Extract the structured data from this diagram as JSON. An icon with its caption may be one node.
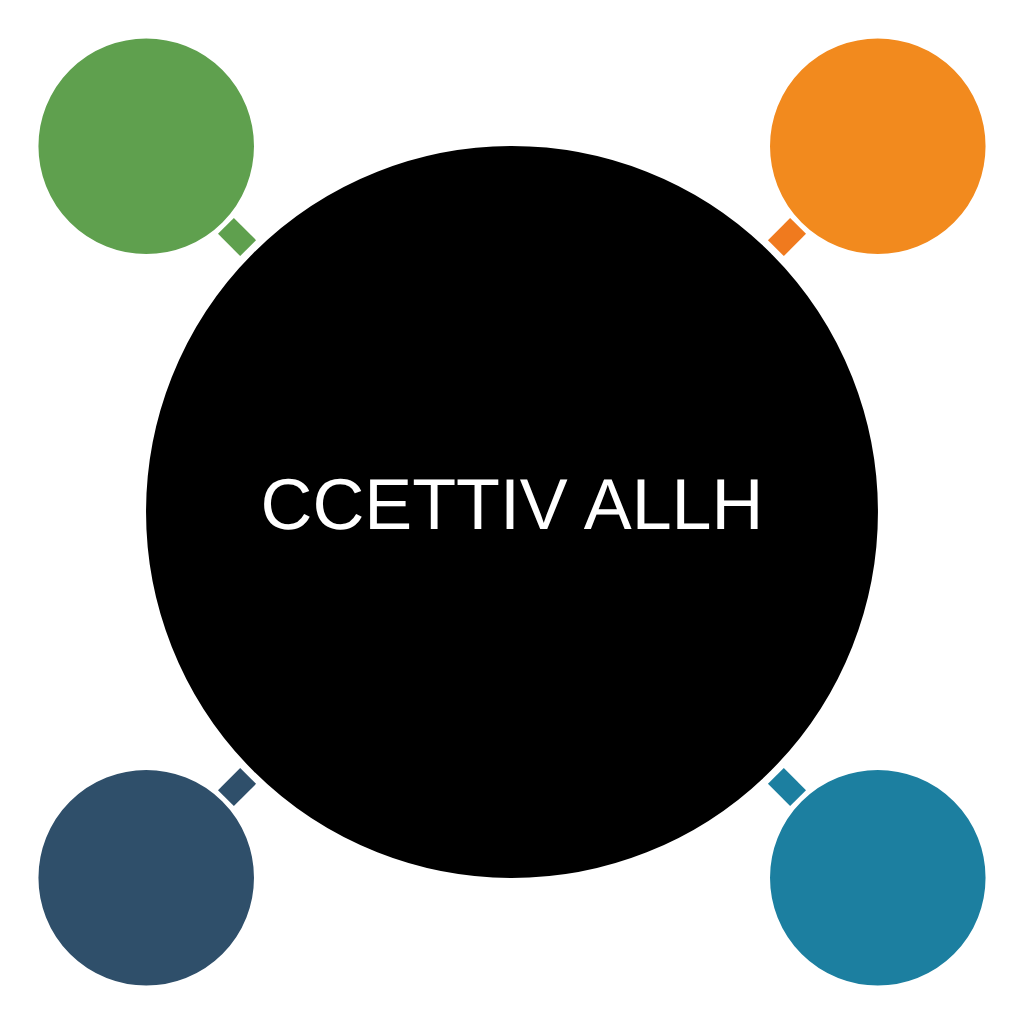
{
  "diagram": {
    "nodes": [
      {
        "text": [
          "CCETTIV ALLH"
        ]
      },
      {
        "text": [],
        "shape": "circle"
      },
      {
        "text": [],
        "shape": "circle"
      },
      {
        "text": [],
        "shape": "circle"
      },
      {
        "text": [],
        "shape": "circle"
      }
    ],
    "edges": [
      {
        "from": 0,
        "to": 1,
        "arrow": "none",
        "color": "#f07a1e"
      },
      {
        "from": 0,
        "to": 2,
        "arrow": "none",
        "color": "#5fa04e"
      },
      {
        "from": 0,
        "to": 3,
        "arrow": "none",
        "color": "#2f4f6a"
      },
      {
        "from": 0,
        "to": 4,
        "arrow": "none",
        "color": "#1c7fa0"
      }
    ]
  }
}
